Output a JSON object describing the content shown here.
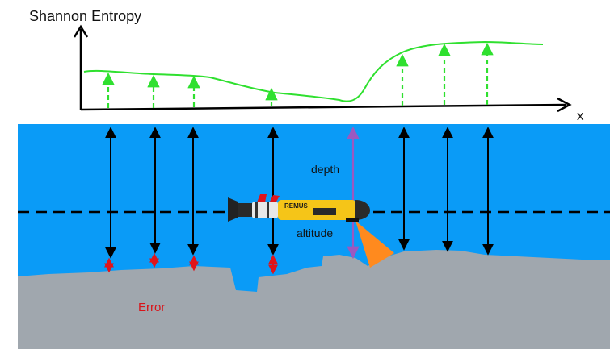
{
  "labels": {
    "y_axis": "Shannon Entropy",
    "x_axis": "x",
    "depth": "depth",
    "altitude": "altitude",
    "error": "Error",
    "vehicle_name": "REMUS"
  },
  "colors": {
    "water": "#0a9bf7",
    "seabed": "#a0a7ae",
    "entropy_curve": "#2fe02f",
    "range_arrow": "#000000",
    "depth_arrow": "#9b59c0",
    "error_arrow": "#e0141a",
    "error_text": "#d8141a",
    "sonar_beam": "#ff8a1e",
    "vehicle_body": "#f5c518",
    "vehicle_dark": "#222222"
  },
  "icons": {
    "vehicle": "auv-remus-icon",
    "sonar": "sonar-beam-icon"
  }
}
